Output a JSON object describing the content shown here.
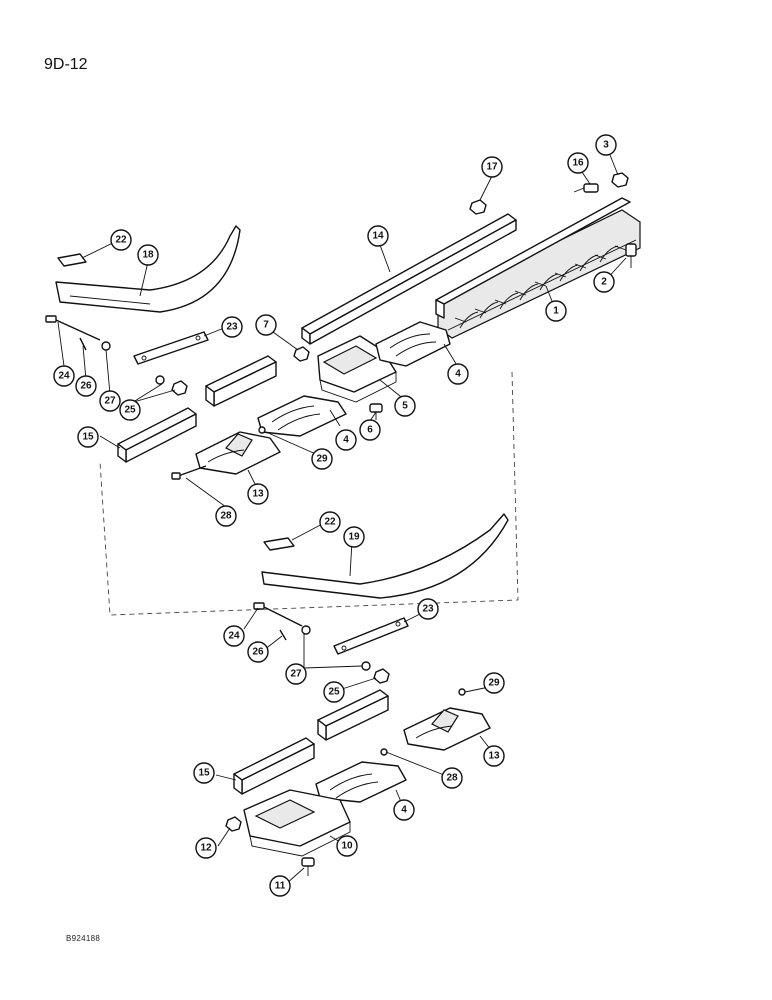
{
  "page_number": "9D-12",
  "figure_code": "B924188",
  "callouts": {
    "c1": "1",
    "c2": "2",
    "c3": "3",
    "c4a": "4",
    "c4b": "4",
    "c4c": "4",
    "c5": "5",
    "c6": "6",
    "c7": "7",
    "c10": "10",
    "c11": "11",
    "c12": "12",
    "c13a": "13",
    "c13b": "13",
    "c14": "14",
    "c15a": "15",
    "c15b": "15",
    "c16": "16",
    "c17": "17",
    "c18": "18",
    "c19": "19",
    "c22a": "22",
    "c22b": "22",
    "c23a": "23",
    "c23b": "23",
    "c24a": "24",
    "c24b": "24",
    "c25a": "25",
    "c25b": "25",
    "c26a": "26",
    "c26b": "26",
    "c27a": "27",
    "c27b": "27",
    "c28a": "28",
    "c28b": "28",
    "c29a": "29",
    "c29b": "29"
  }
}
